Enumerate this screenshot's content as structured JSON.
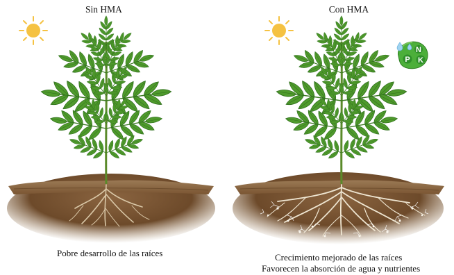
{
  "panels": [
    {
      "title": "Sin HMA",
      "captions": [
        "Pobre desarrollo de las raíces"
      ]
    },
    {
      "title": "Con HMA",
      "captions": [
        "Crecimiento mejorado de las raíces",
        "Favorecen la absorción de agua y nutrientes"
      ]
    }
  ],
  "npk_badge": {
    "letters": [
      "N",
      "P",
      "K"
    ],
    "color": "#4caf3a"
  },
  "colors": {
    "leaf": "#4f9a2c",
    "leaf_dark": "#2f6e1d",
    "soil": "#7a5532",
    "sun": "#f5c242",
    "root": "#d9c7a7",
    "mycorrhiza": "#f4efe4"
  }
}
